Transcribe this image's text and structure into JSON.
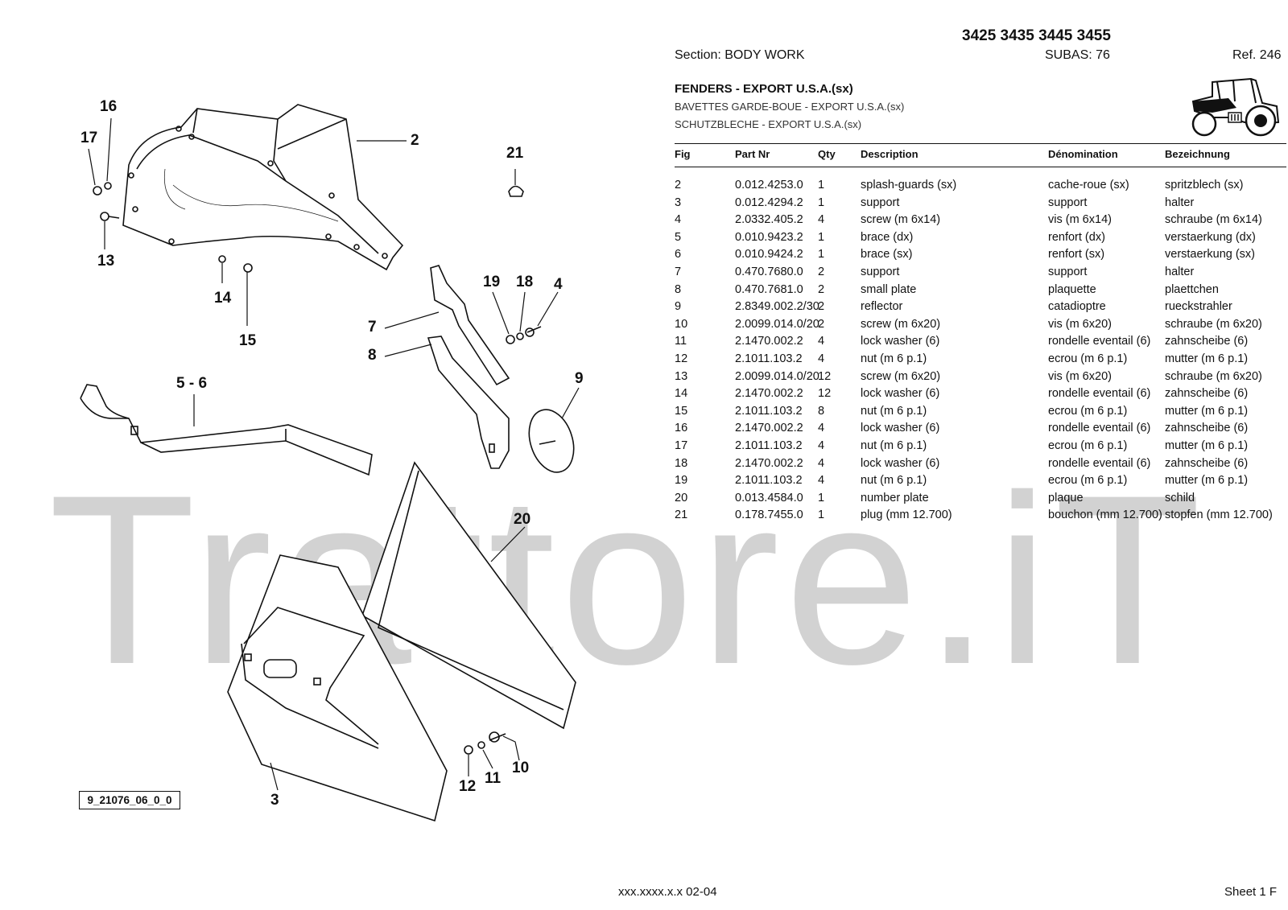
{
  "header": {
    "models": "3425 3435 3445 3455",
    "section": "Section: BODY  WORK",
    "subas": "SUBAS: 76",
    "ref": "Ref. 246"
  },
  "title": {
    "en": "FENDERS - EXPORT U.S.A.(sx)",
    "fr": "BAVETTES GARDE-BOUE - EXPORT U.S.A.(sx)",
    "de": "SCHUTZBLECHE - EXPORT U.S.A.(sx)"
  },
  "table": {
    "columns": [
      "Fig",
      "Part Nr",
      "Qty",
      "Description",
      "Dénomination",
      "Bezeichnung"
    ],
    "rows": [
      [
        "2",
        "0.012.4253.0",
        "1",
        "splash-guards (sx)",
        "cache-roue (sx)",
        "spritzblech (sx)"
      ],
      [
        "3",
        "0.012.4294.2",
        "1",
        "support",
        "support",
        "halter"
      ],
      [
        "4",
        "2.0332.405.2",
        "4",
        "screw (m 6x14)",
        "vis (m 6x14)",
        "schraube (m 6x14)"
      ],
      [
        "5",
        "0.010.9423.2",
        "1",
        "brace (dx)",
        "renfort (dx)",
        "verstaerkung (dx)"
      ],
      [
        "6",
        "0.010.9424.2",
        "1",
        "brace (sx)",
        "renfort (sx)",
        "verstaerkung (sx)"
      ],
      [
        "7",
        "0.470.7680.0",
        "2",
        "support",
        "support",
        "halter"
      ],
      [
        "8",
        "0.470.7681.0",
        "2",
        "small plate",
        "plaquette",
        "plaettchen"
      ],
      [
        "9",
        "2.8349.002.2/30",
        "2",
        "reflector",
        "catadioptre",
        "rueckstrahler"
      ],
      [
        "10",
        "2.0099.014.0/20",
        "2",
        "screw (m 6x20)",
        "vis (m 6x20)",
        "schraube (m 6x20)"
      ],
      [
        "11",
        "2.1470.002.2",
        "4",
        "lock washer (6)",
        "rondelle eventail (6)",
        "zahnscheibe (6)"
      ],
      [
        "12",
        "2.1011.103.2",
        "4",
        "nut (m 6 p.1)",
        "ecrou (m 6 p.1)",
        "mutter (m 6 p.1)"
      ],
      [
        "13",
        "2.0099.014.0/20",
        "12",
        "screw (m 6x20)",
        "vis (m 6x20)",
        "schraube (m 6x20)"
      ],
      [
        "14",
        "2.1470.002.2",
        "12",
        "lock washer (6)",
        "rondelle eventail (6)",
        "zahnscheibe (6)"
      ],
      [
        "15",
        "2.1011.103.2",
        "8",
        "nut (m 6 p.1)",
        "ecrou (m 6 p.1)",
        "mutter (m 6 p.1)"
      ],
      [
        "16",
        "2.1470.002.2",
        "4",
        "lock washer (6)",
        "rondelle eventail (6)",
        "zahnscheibe (6)"
      ],
      [
        "17",
        "2.1011.103.2",
        "4",
        "nut (m 6 p.1)",
        "ecrou (m 6 p.1)",
        "mutter (m 6 p.1)"
      ],
      [
        "18",
        "2.1470.002.2",
        "4",
        "lock washer (6)",
        "rondelle eventail (6)",
        "zahnscheibe (6)"
      ],
      [
        "19",
        "2.1011.103.2",
        "4",
        "nut (m 6 p.1)",
        "ecrou (m 6 p.1)",
        "mutter (m 6 p.1)"
      ],
      [
        "20",
        "0.013.4584.0",
        "1",
        "number plate",
        "plaque",
        "schild"
      ],
      [
        "21",
        "0.178.7455.0",
        "1",
        "plug (mm 12.700)",
        "bouchon (mm 12.700)",
        "stopfen (mm 12.700)"
      ]
    ]
  },
  "diagram": {
    "figure_id": "9_21076_06_0_0",
    "callouts": [
      "2",
      "16",
      "17",
      "13",
      "14",
      "15",
      "21",
      "19",
      "18",
      "4",
      "7",
      "8",
      "5 - 6",
      "9",
      "20",
      "3",
      "12",
      "11",
      "10"
    ]
  },
  "watermark": "Trattore.iT",
  "footer": {
    "ref": "xxx.xxxx.x.x  02-04",
    "sheet": "Sheet 1 F"
  }
}
